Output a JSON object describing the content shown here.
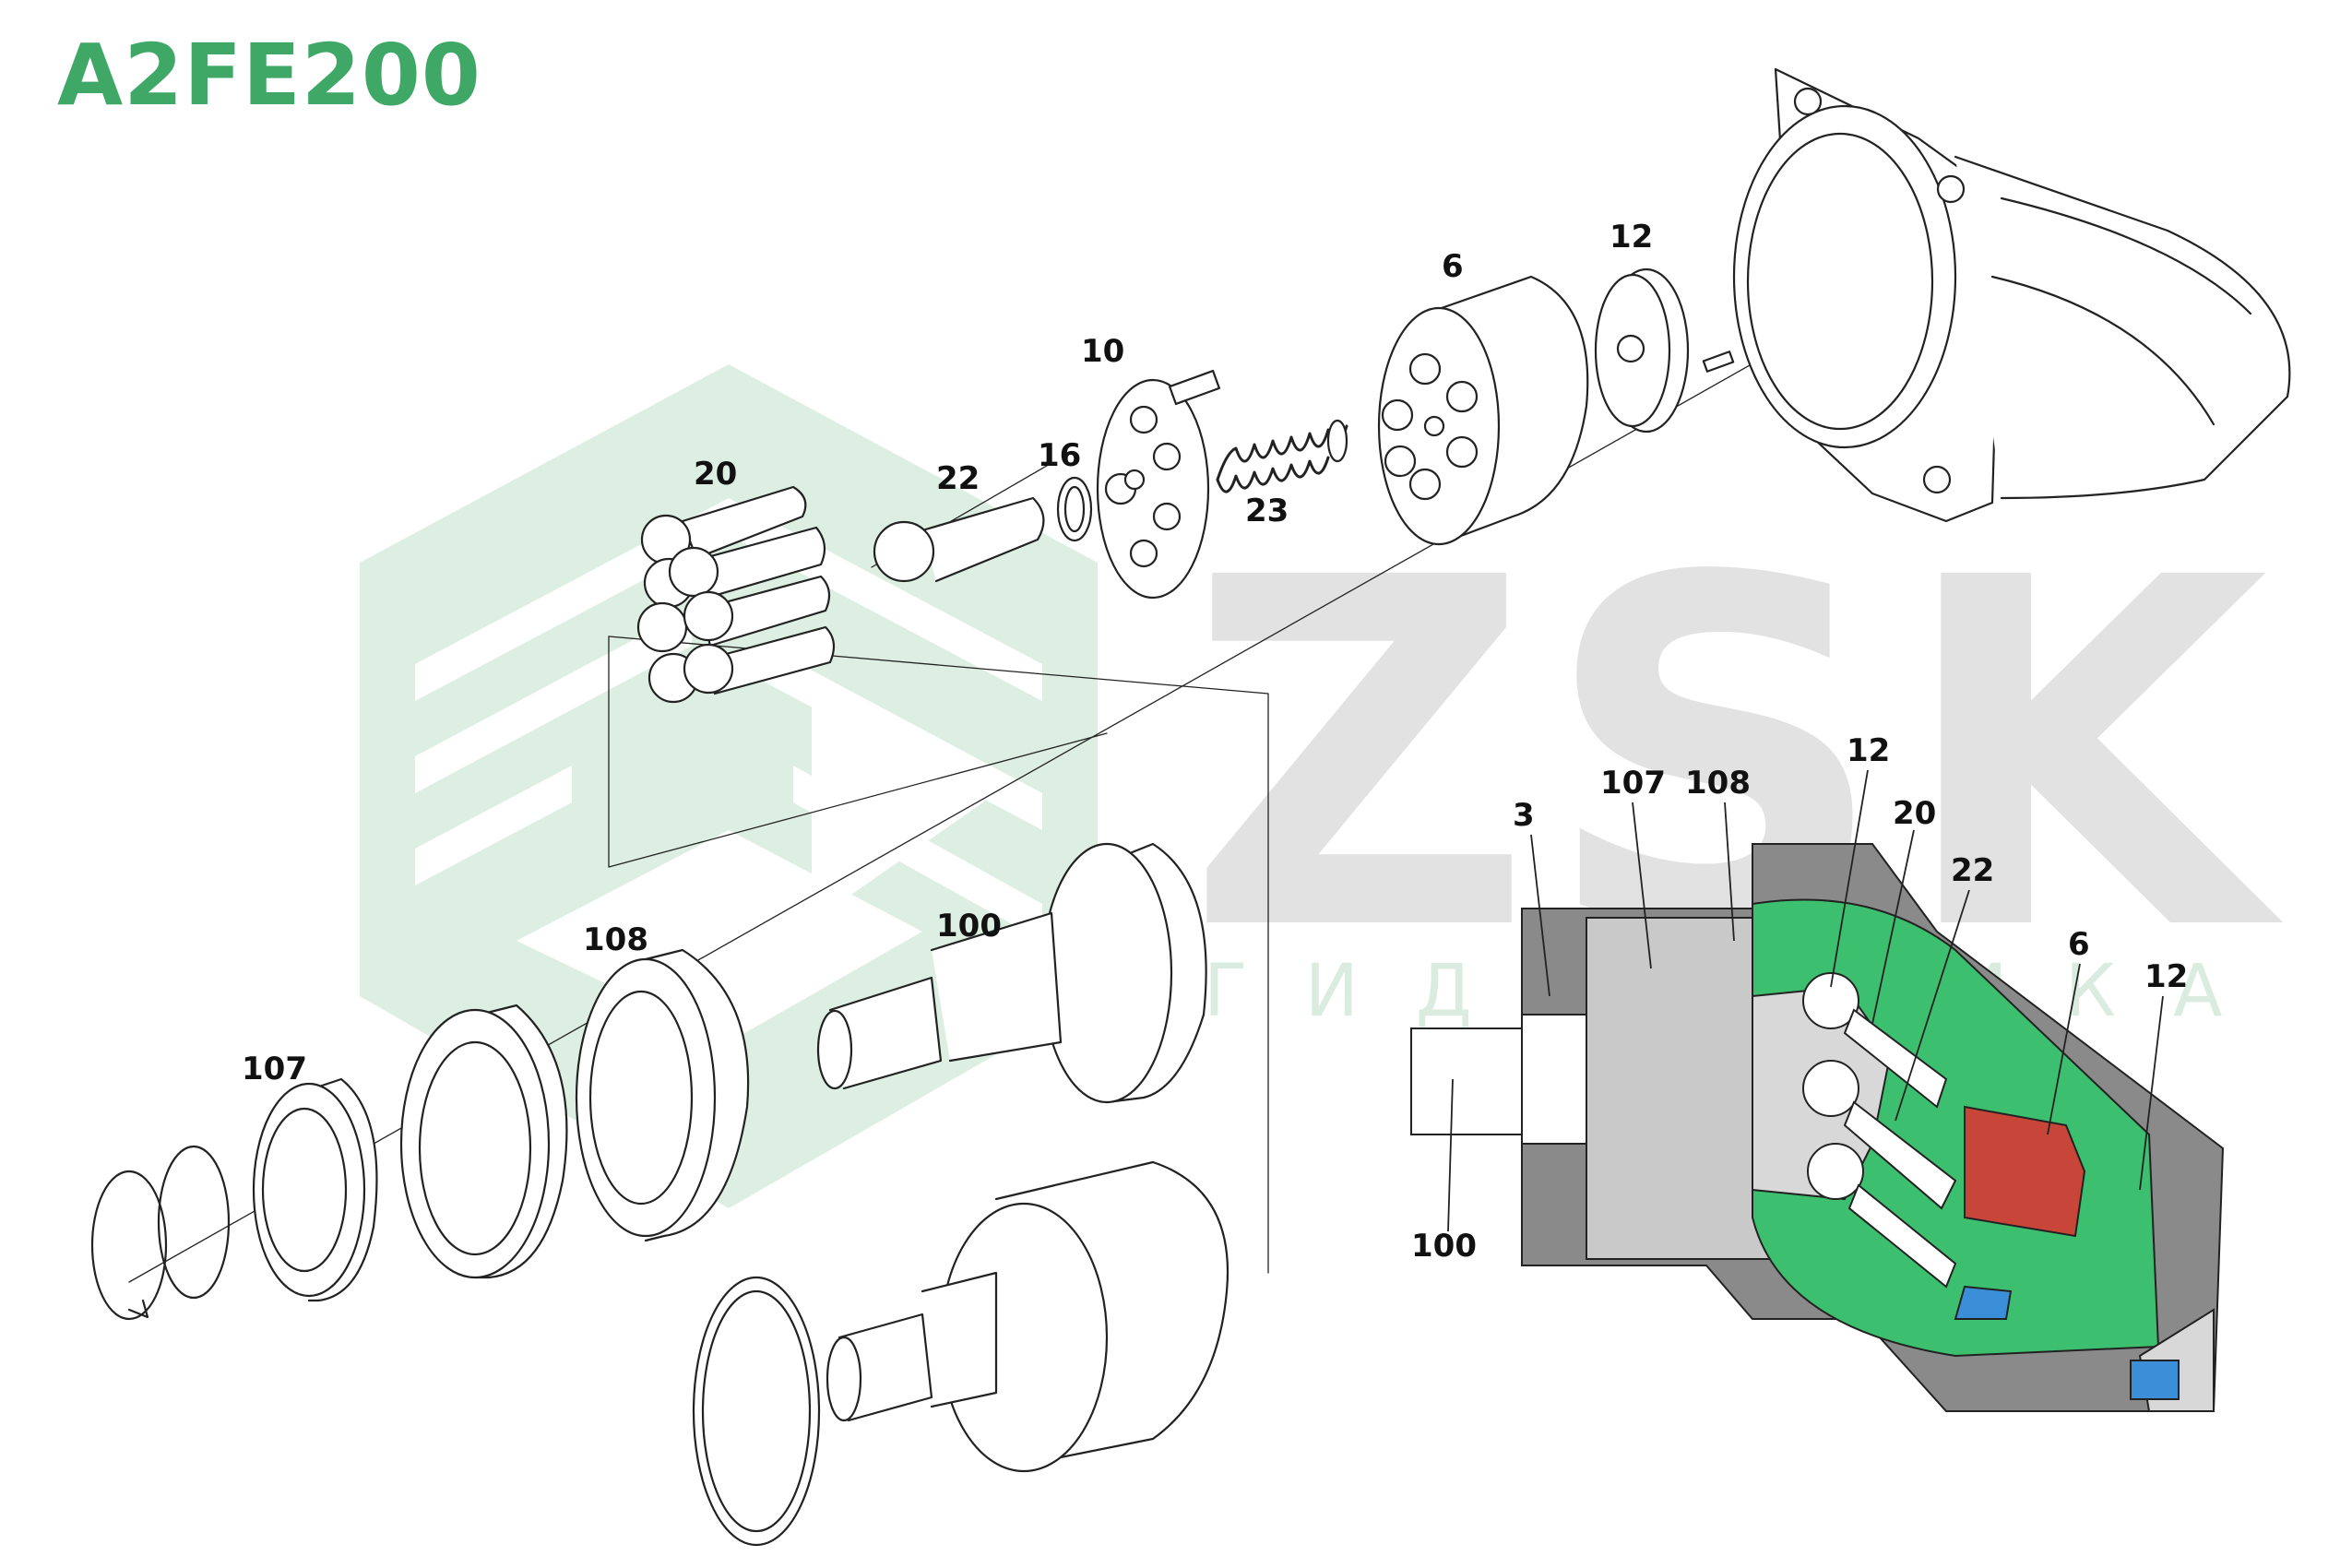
{
  "title": "A2FE200",
  "watermark": {
    "brand": "ZSK",
    "subtitle": "ГИДРАВЛИКА"
  },
  "colors": {
    "title": "#3fa867",
    "green_fill": "#3cbf6e",
    "red_fill": "#c8453a",
    "blue_fill": "#3a8fd8",
    "gray_fill": "#8a8a8a",
    "light_gray": "#c9c9c9",
    "watermark_green": "#d9ecdf",
    "watermark_gray": "#e2e2e2"
  },
  "exploded_labels": [
    "20",
    "22",
    "16",
    "10",
    "23",
    "6",
    "12",
    "108",
    "100",
    "107"
  ],
  "section_labels": [
    "3",
    "107",
    "108",
    "12",
    "20",
    "22",
    "6",
    "12",
    "100"
  ]
}
